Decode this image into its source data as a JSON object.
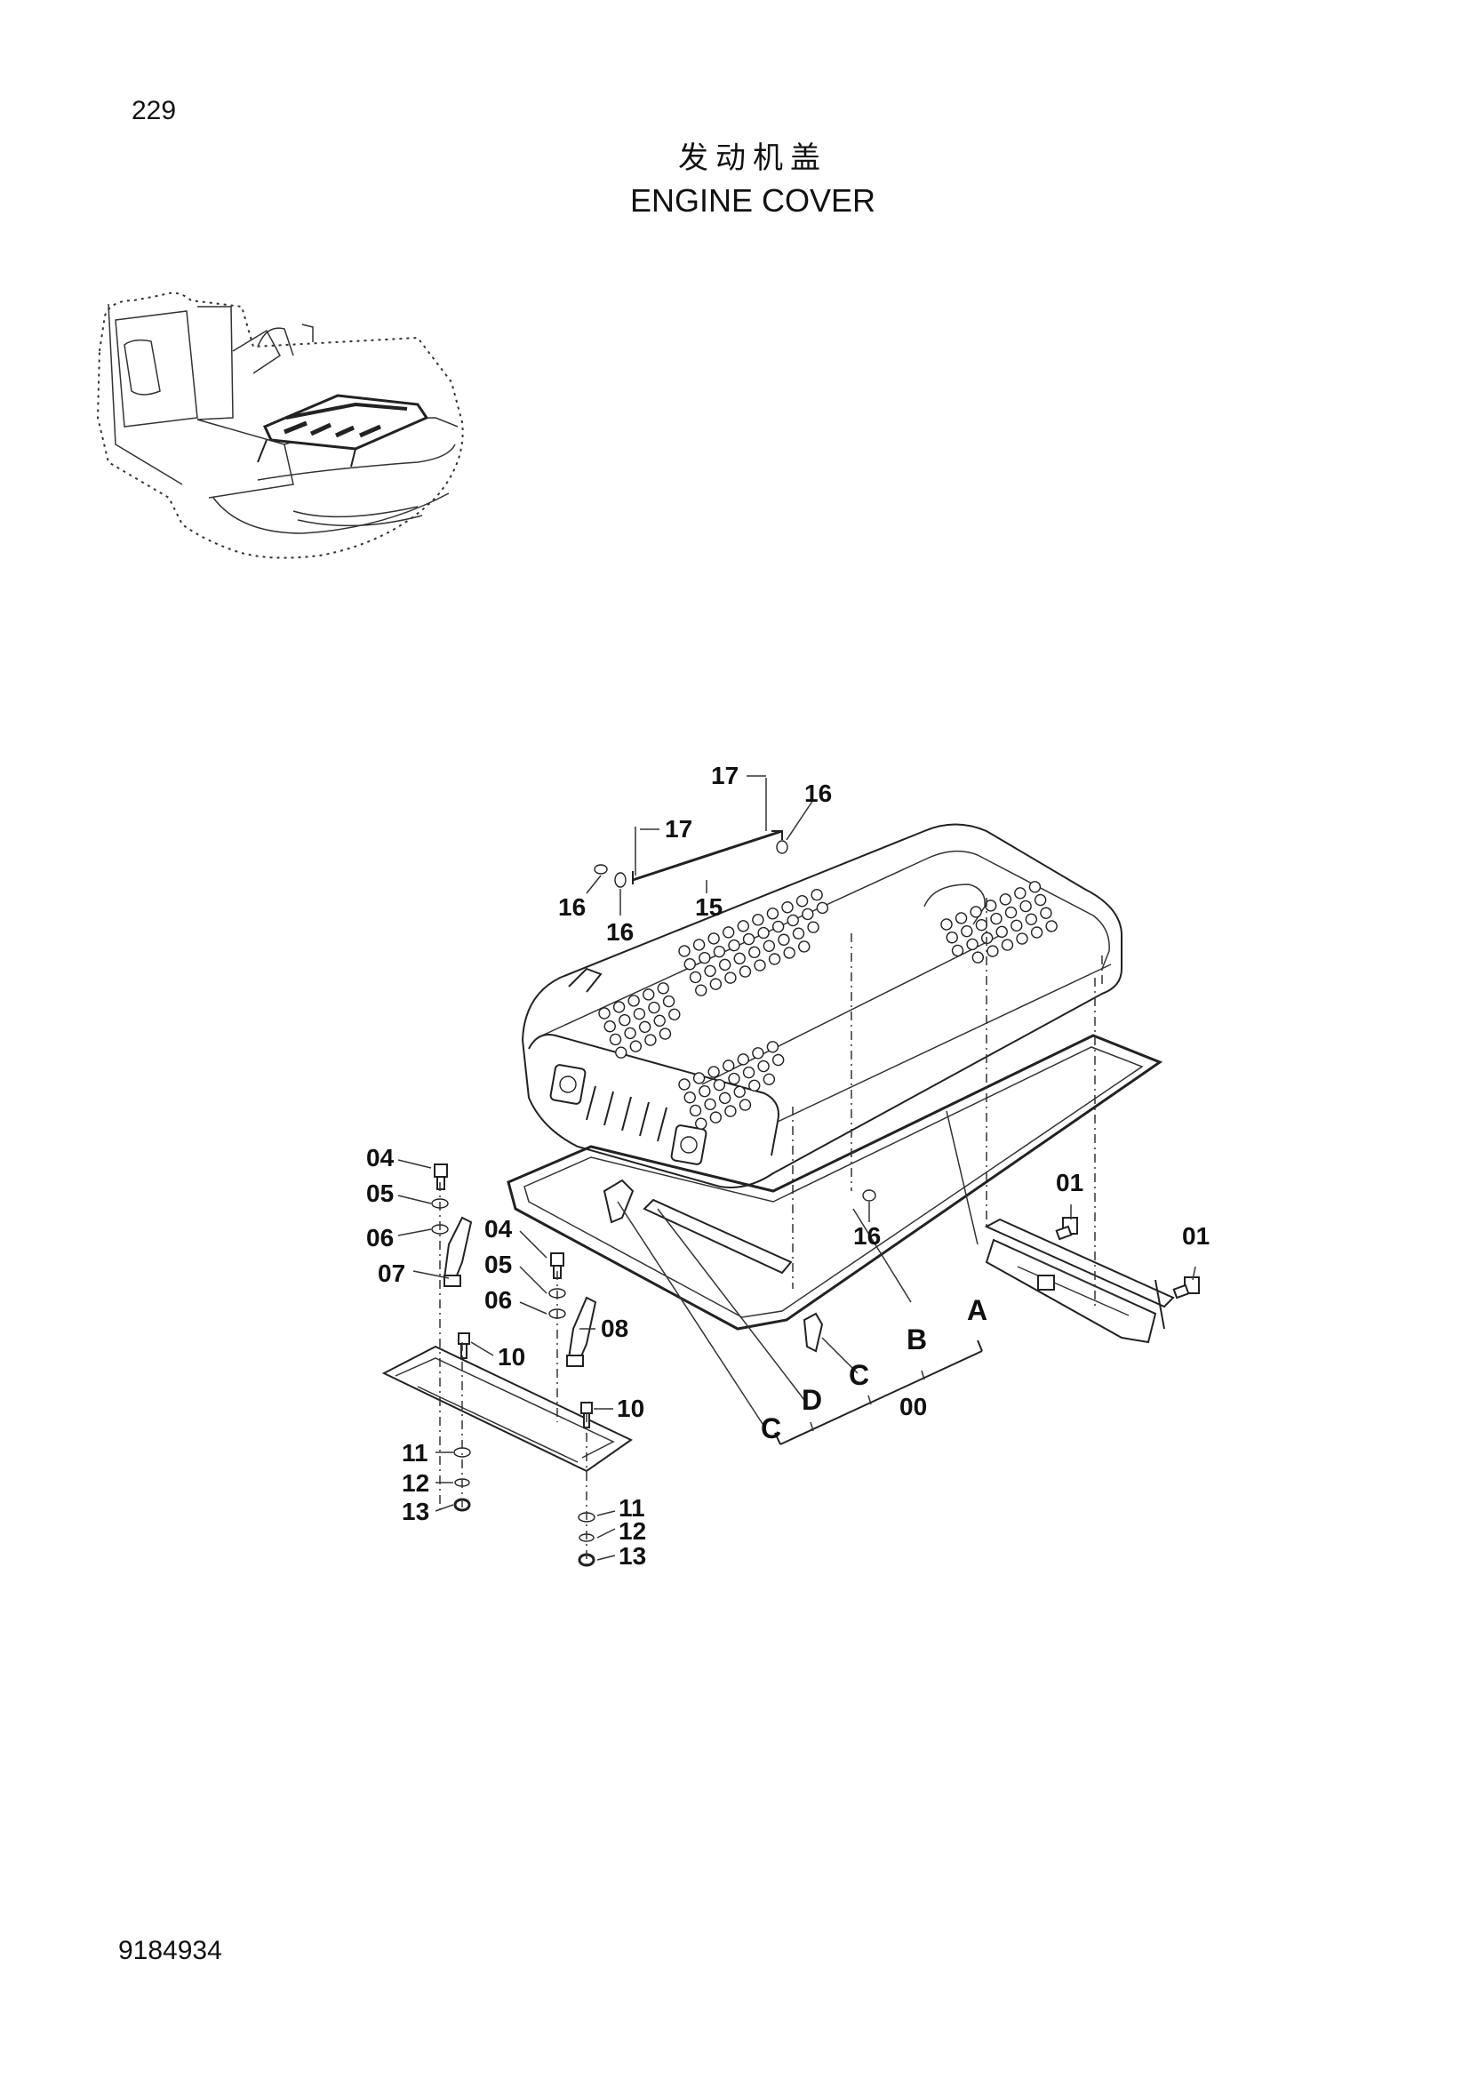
{
  "page_number": "229",
  "title_cn": "发动机盖",
  "title_en": "ENGINE COVER",
  "document_id": "9184934",
  "callouts": {
    "p17a": "17",
    "p17b": "17",
    "p16a": "16",
    "p16b": "16",
    "p16c": "16",
    "p16d": "16",
    "p15": "15",
    "p04a": "04",
    "p05a": "05",
    "p06a": "06",
    "p07": "07",
    "p04b": "04",
    "p05b": "05",
    "p06b": "06",
    "p08": "08",
    "p10a": "10",
    "p10b": "10",
    "p11a": "11",
    "p12a": "12",
    "p13a": "13",
    "p11b": "11",
    "p12b": "12",
    "p13b": "13",
    "p01a": "01",
    "p01b": "01",
    "pA": "A",
    "pB": "B",
    "pC1": "C",
    "pC2": "C",
    "pD": "D",
    "p00": "00"
  }
}
